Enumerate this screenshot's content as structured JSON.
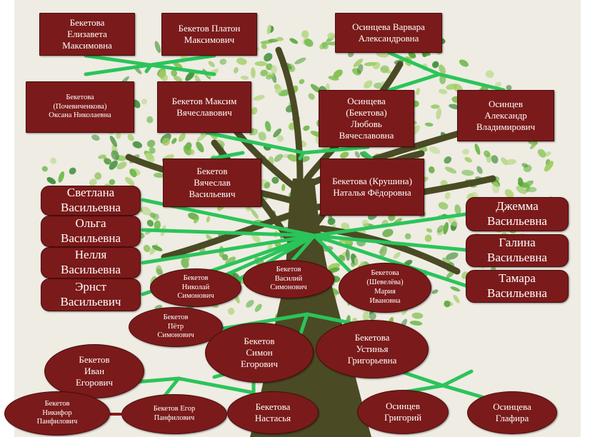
{
  "colors": {
    "node": "#7b1a1a",
    "link": "#2bc45a",
    "trunk": "#4a4a24",
    "leaf": "#7fbf4a",
    "background": "#efece3"
  },
  "nodes": {
    "beketova_elizaveta": "Бекетова\nЕлизавета\nМаксимовна",
    "beketov_platon": "Бекетов Платон\nМаксимович",
    "osintseva_varvara": "Осинцева Варвара\nАлександровна",
    "beketova_oksana": "Бекетова\n(Почевиченкова)\nОксана Николаевна",
    "beketov_maksim": "Бекетов Максим\nВячеславович",
    "osintseva_lyubov": "Осинцева\n(Бекетова)\nЛюбовь\nВячеславовна",
    "osintsev_aleksandr": "Осинцев\nАлександр\nВладимирович",
    "beketov_vyacheslav": "Бекетов\nВячеслав\nВасильевич",
    "beketova_natalya": "Бекетова (Крушина)\nНаталья Фёдоровна",
    "svetlana": "Светлана\nВасильевна",
    "olga": "Ольга\nВасильевна",
    "nellya": "Нелля\nВасильевна",
    "ernst": "Эрнст\nВасильевич",
    "dzhemma": "Джемма\nВасильевна",
    "galina": "Галина\nВасильевна",
    "tamara": "Тамара\nВасильевна",
    "beketov_nikolai": "Бекетов\nНиколай\nСимонович",
    "beketov_vasiliy": "Бекетов\nВасилий\nСимонович",
    "beketova_mariya": "Бекетова\n(Шевелёва)\nМария\nИвановна",
    "beketov_petr": "Бекетов\nПётр\nСимонович",
    "beketov_simon": "Бекетов\nСимон\nЕгорович",
    "beketova_ustinya": "Бекетова\nУстинья\nГригорьевна",
    "beketov_ivan": "Бекетов\nИван\nЕгорович",
    "beketov_nikifor": "Бекетов\nНикифор\nПанфилович",
    "beketov_egor": "Бекетов Егор\nПанфилович",
    "beketova_nastasya": "Бекетова\nНастасья",
    "osintsev_grigoriy": "Осинцев\nГригорий",
    "osintseva_glafira": "Осинцева\nГлафира"
  }
}
